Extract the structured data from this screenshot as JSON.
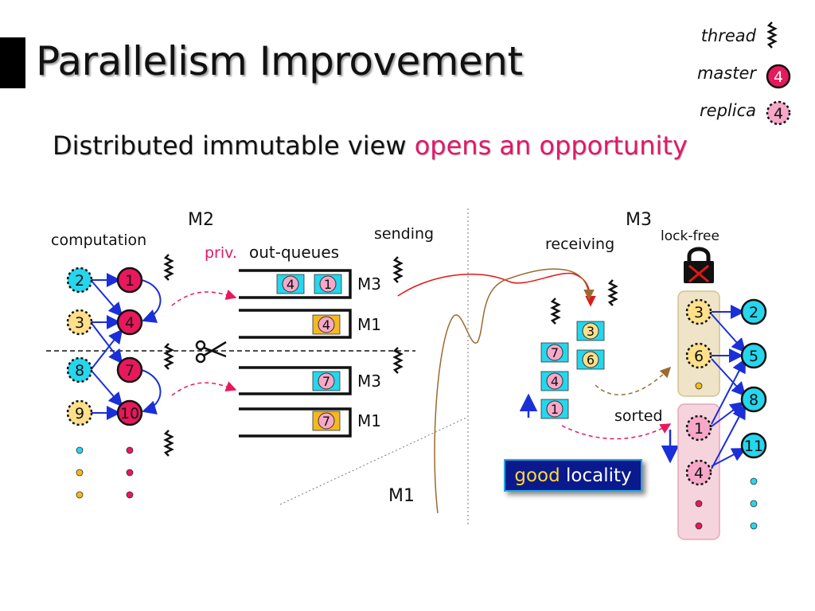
{
  "title": "Parallelism Improvement",
  "subtitle": {
    "part1": "Distributed immutable view",
    "part2": "opens an opportunity"
  },
  "legend": {
    "thread": "thread",
    "master": "master",
    "master_num": "4",
    "replica": "replica",
    "replica_num": "4"
  },
  "machines": {
    "m2": "M2",
    "m3": "M3",
    "m1": "M1"
  },
  "labels": {
    "computation": "computation",
    "priv": "priv.",
    "out_queues": "out-queues",
    "sending": "sending",
    "receiving": "receiving",
    "lock_free": "lock-free",
    "sorted": "sorted"
  },
  "queue_labels": [
    "M3",
    "M1",
    "M3",
    "M1"
  ],
  "m2_replicas": [
    "2",
    "3",
    "8",
    "9"
  ],
  "m2_masters": [
    "1",
    "4",
    "7",
    "10"
  ],
  "queue_items": [
    [
      "4",
      "1"
    ],
    [
      "4"
    ],
    [
      "7"
    ],
    [
      "7"
    ]
  ],
  "recv_left": [
    "7",
    "4",
    "1"
  ],
  "recv_right": [
    "3",
    "6"
  ],
  "m3_replicas_top": [
    "3",
    "6"
  ],
  "m3_replicas_bottom": [
    "1",
    "4"
  ],
  "m3_masters": [
    "2",
    "5",
    "8",
    "11"
  ],
  "good_locality": {
    "good": "good",
    "rest": "locality"
  },
  "colors": {
    "master": "#e8185c",
    "replica_pink": "#f6a8c8",
    "replica_yellow": "#ffe08a",
    "cyan": "#26d6ec",
    "accent": "#e0186a",
    "blue": "#1a2fd8",
    "orange_box": "#f4b820"
  }
}
